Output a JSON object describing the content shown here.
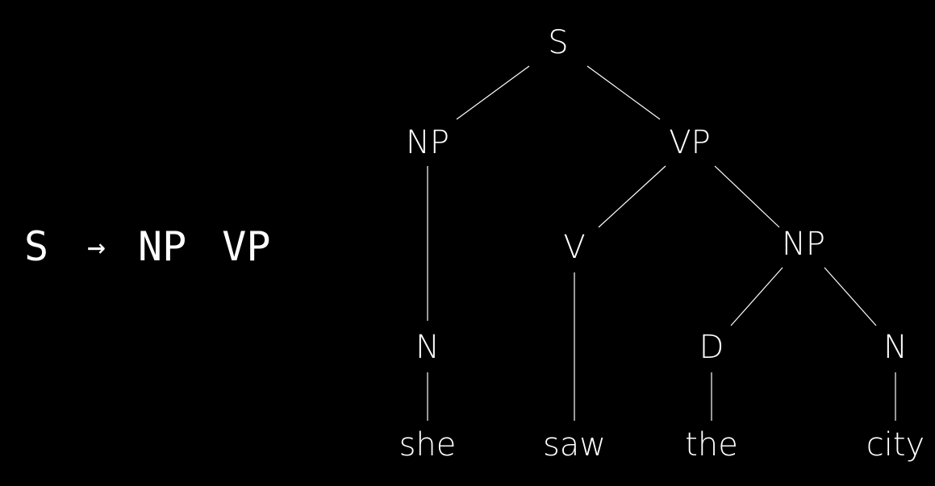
{
  "rule": {
    "lhs": "S",
    "arrow": "→",
    "rhs": [
      "NP",
      "VP"
    ]
  },
  "tree": {
    "nodes": {
      "s": "S",
      "np_subject": "NP",
      "vp": "VP",
      "v": "V",
      "np_object": "NP",
      "n_subject": "N",
      "d": "D",
      "n_object": "N",
      "word_she": "she",
      "word_saw": "saw",
      "word_the": "the",
      "word_city": "city"
    },
    "edges": [
      [
        "s",
        "np_subject"
      ],
      [
        "s",
        "vp"
      ],
      [
        "np_subject",
        "n_subject"
      ],
      [
        "n_subject",
        "word_she"
      ],
      [
        "vp",
        "v"
      ],
      [
        "vp",
        "np_object"
      ],
      [
        "v",
        "word_saw"
      ],
      [
        "np_object",
        "d"
      ],
      [
        "np_object",
        "n_object"
      ],
      [
        "d",
        "word_the"
      ],
      [
        "n_object",
        "word_city"
      ]
    ]
  }
}
